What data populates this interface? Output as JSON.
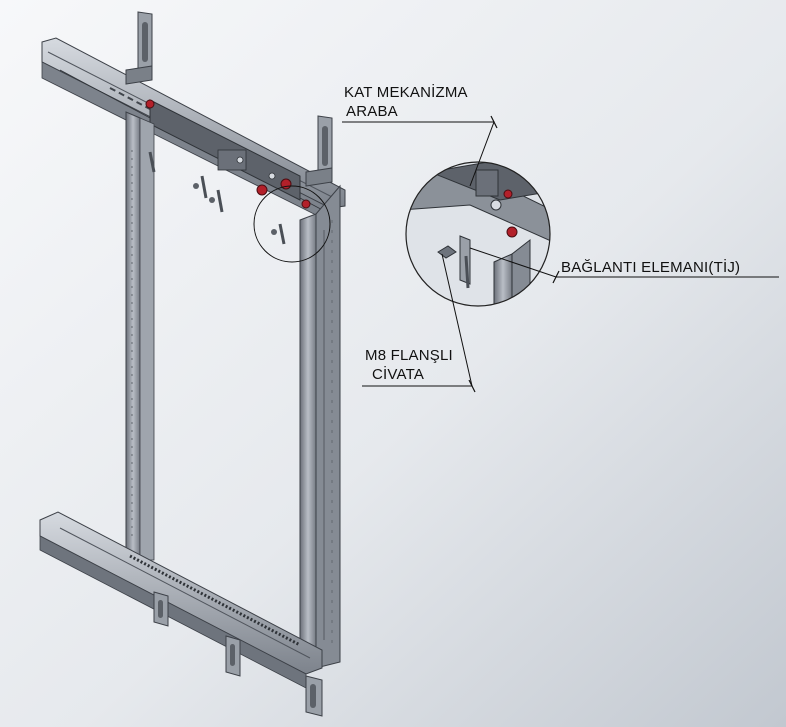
{
  "callouts": {
    "kat_mekanizma_line1": "KAT MEKANİZMA",
    "kat_mekanizma_line2": "ARABA",
    "baglanti_elemani": "BAĞLANTI ELEMANI(TİJ)",
    "m8_flansli_line1": "M8 FLANŞLI",
    "m8_flansli_line2": "CİVATA"
  },
  "colors": {
    "background_light": "#f6f7f9",
    "background_dark": "#c4cad2",
    "frame_steel": "#8d929a",
    "frame_dark": "#3c4047",
    "accent_red": "#b3202a",
    "leader_line": "#111111"
  }
}
